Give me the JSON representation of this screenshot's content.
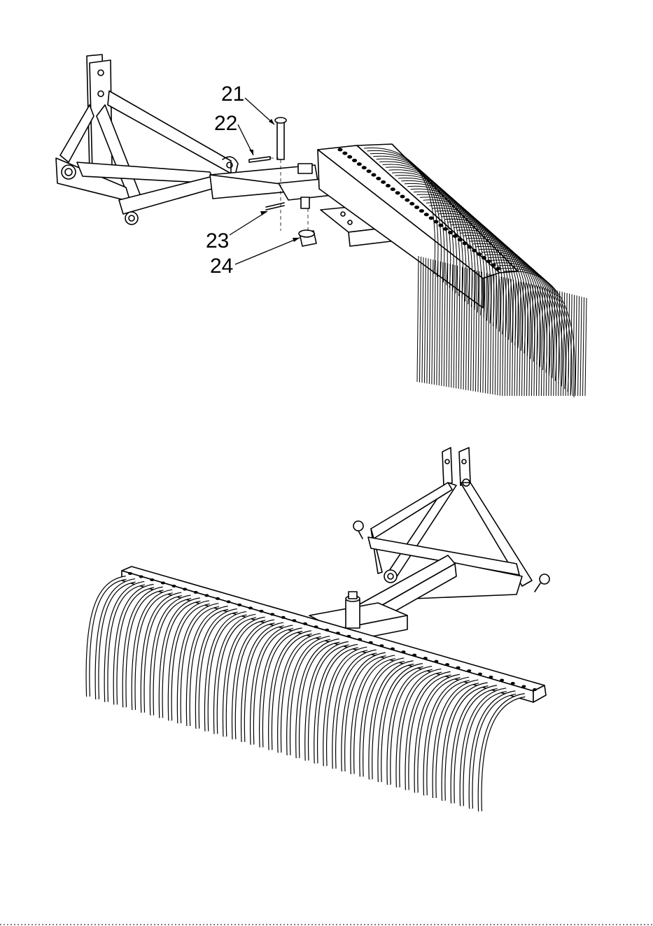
{
  "callouts": [
    {
      "id": "21",
      "label": "21"
    },
    {
      "id": "22",
      "label": "22"
    },
    {
      "id": "23",
      "label": "23"
    },
    {
      "id": "24",
      "label": "24"
    }
  ],
  "figures": {
    "top": {
      "icon": "landscape-rake-exploded-view-drawing"
    },
    "bottom": {
      "icon": "landscape-rake-assembled-view-drawing"
    }
  }
}
